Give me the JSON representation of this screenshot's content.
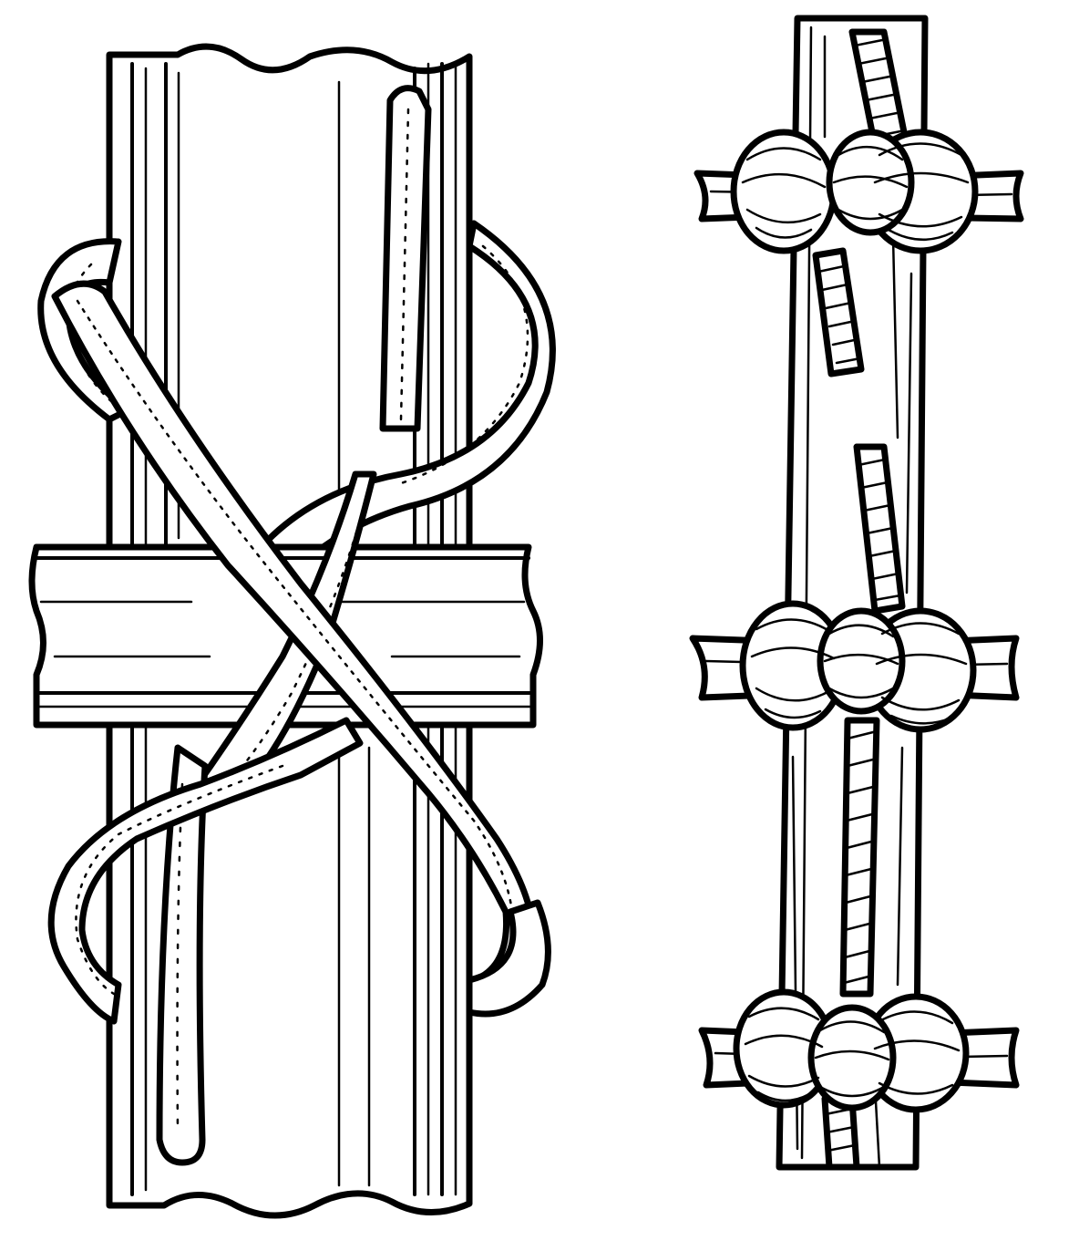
{
  "figure": {
    "panels": [
      {
        "id": "left",
        "subject": "square-lashing-pole-and-crossbar"
      },
      {
        "id": "right",
        "subject": "pole-with-three-lashed-crossbars"
      }
    ],
    "colors": {
      "ink": "#000000",
      "paper": "#ffffff"
    },
    "icons": [
      "rope-figure-eight",
      "pole",
      "crossbar",
      "rope-coil"
    ]
  }
}
